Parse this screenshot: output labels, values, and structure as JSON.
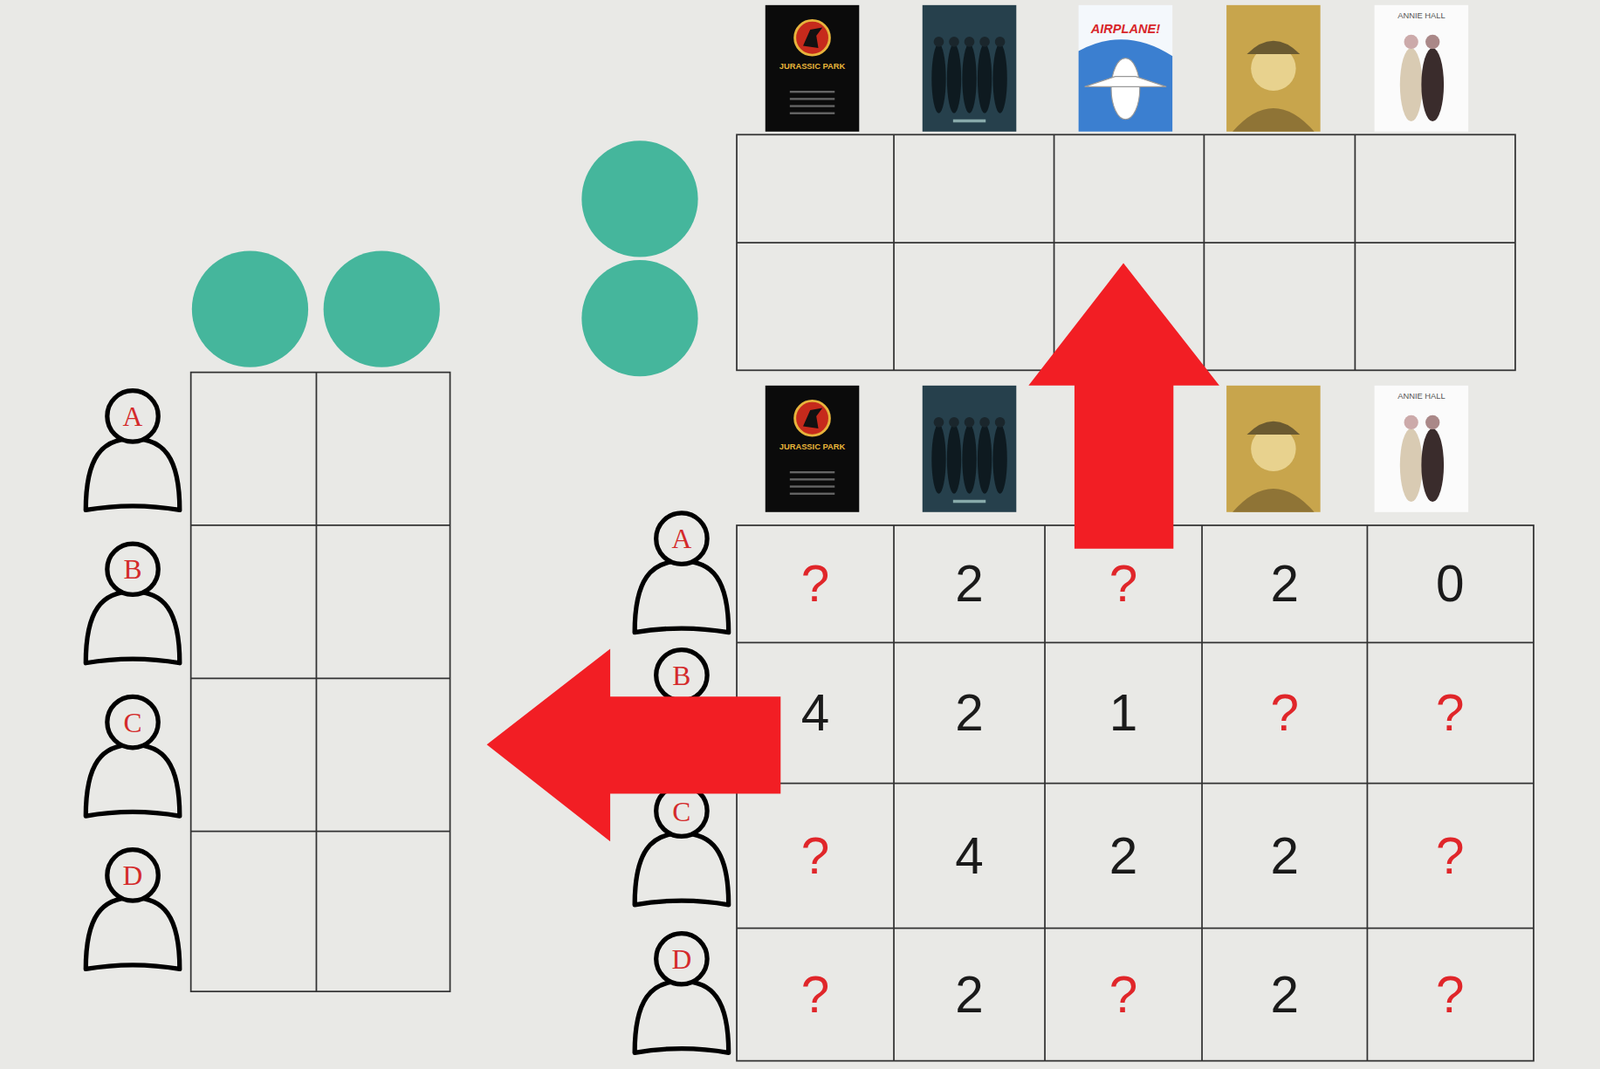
{
  "diagram": {
    "labels": [
      "JURASSIC PARK",
      "AIRPLANE!",
      "ANNIE HALL",
      "JURASSIC PARK",
      "ANNIE HALL",
      "A",
      "B",
      "C",
      "D",
      "A",
      "?",
      "2",
      "?",
      "2",
      "0",
      "B",
      "4",
      "2",
      "1",
      "?",
      "?",
      "C",
      "?",
      "4",
      "2",
      "2",
      "?",
      "D",
      "?",
      "2",
      "?",
      "2",
      "?"
    ]
  }
}
